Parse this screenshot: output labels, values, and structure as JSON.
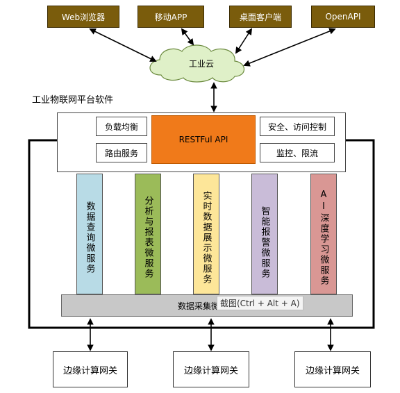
{
  "clients": [
    "Web浏览器",
    "移动APP",
    "桌面客户端",
    "OpenAPI"
  ],
  "cloud": "工业云",
  "platform_title": "工业物联网平台软件",
  "gateway_boxes": {
    "load_balance": "负载均衡",
    "routing": "路由服务",
    "restful_api": "RESTFul API",
    "security": "安全、访问控制",
    "monitoring": "监控、限流"
  },
  "microservices": [
    {
      "label": "数据查询微服务",
      "color": "#b8dbe6"
    },
    {
      "label": "分析与报表微服务",
      "color": "#9bbb59"
    },
    {
      "label": "实时数据展示微服务",
      "color": "#fde699"
    },
    {
      "label": "智能报警微服务",
      "color": "#c9bcd8"
    },
    {
      "label": "AI深度学习微服务",
      "color": "#d99794"
    }
  ],
  "data_collection": "数据采集微服务",
  "tooltip": "截图(Ctrl + Alt + A)",
  "edge_gateways": [
    "边缘计算网关",
    "边缘计算网关",
    "边缘计算网关"
  ]
}
